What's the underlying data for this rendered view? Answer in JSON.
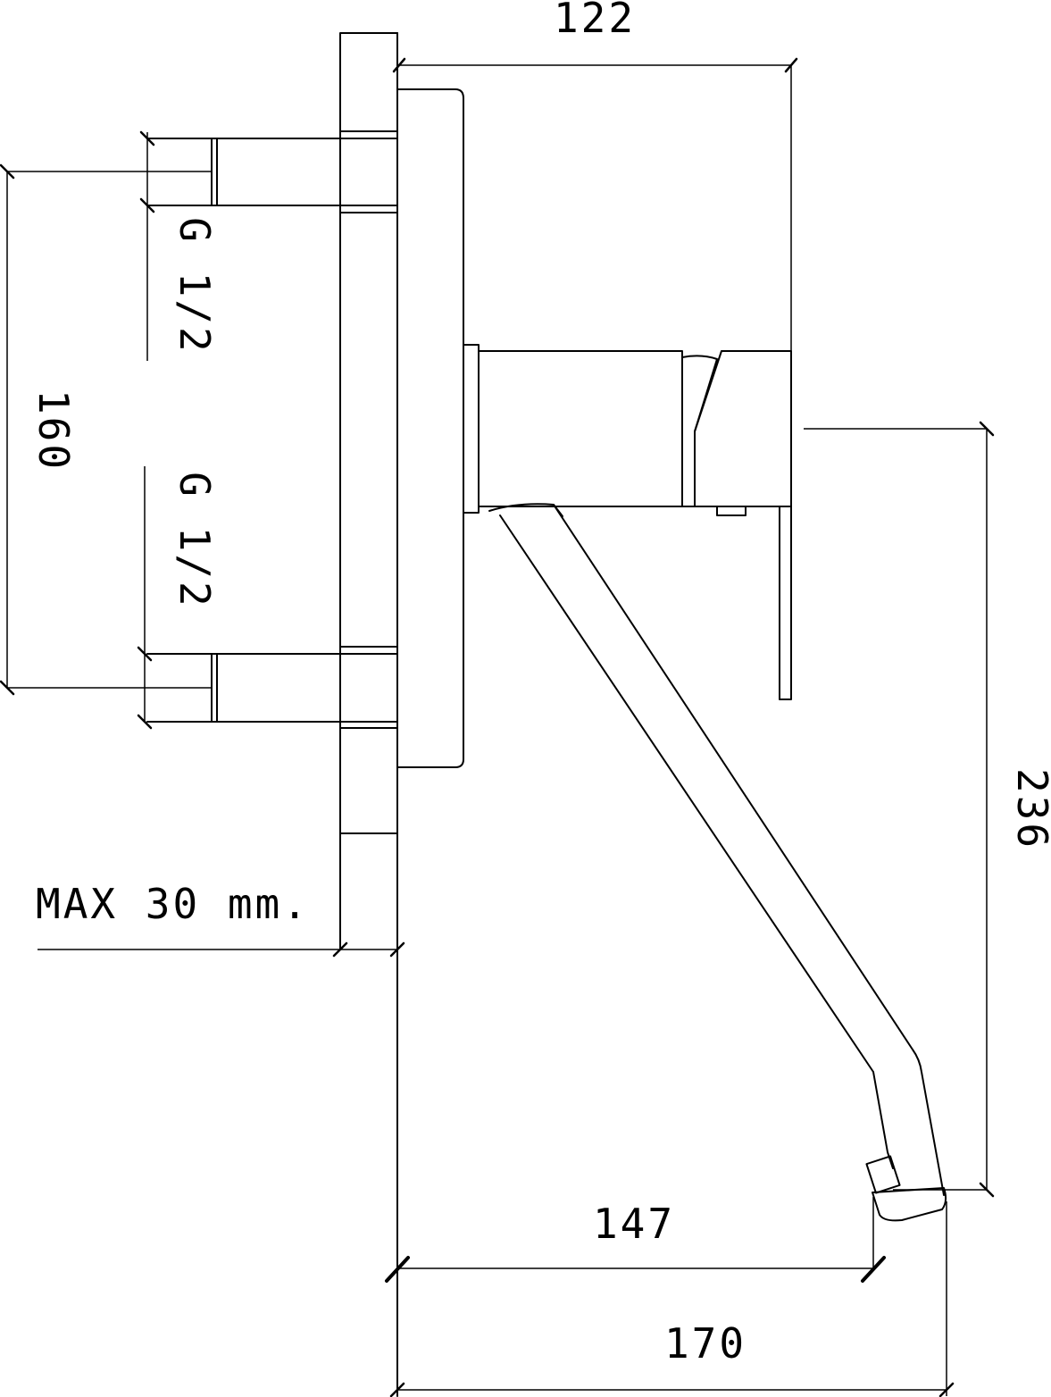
{
  "dimensions": {
    "top_width": "122",
    "inlet_spacing": "160",
    "connection_upper": "G 1/2",
    "connection_lower": "G 1/2",
    "wall_thickness": "MAX 30 mm.",
    "spout_height": "236",
    "spout_reach": "147",
    "overall_depth": "170"
  },
  "colors": {
    "line": "#000000",
    "background": "#ffffff"
  }
}
